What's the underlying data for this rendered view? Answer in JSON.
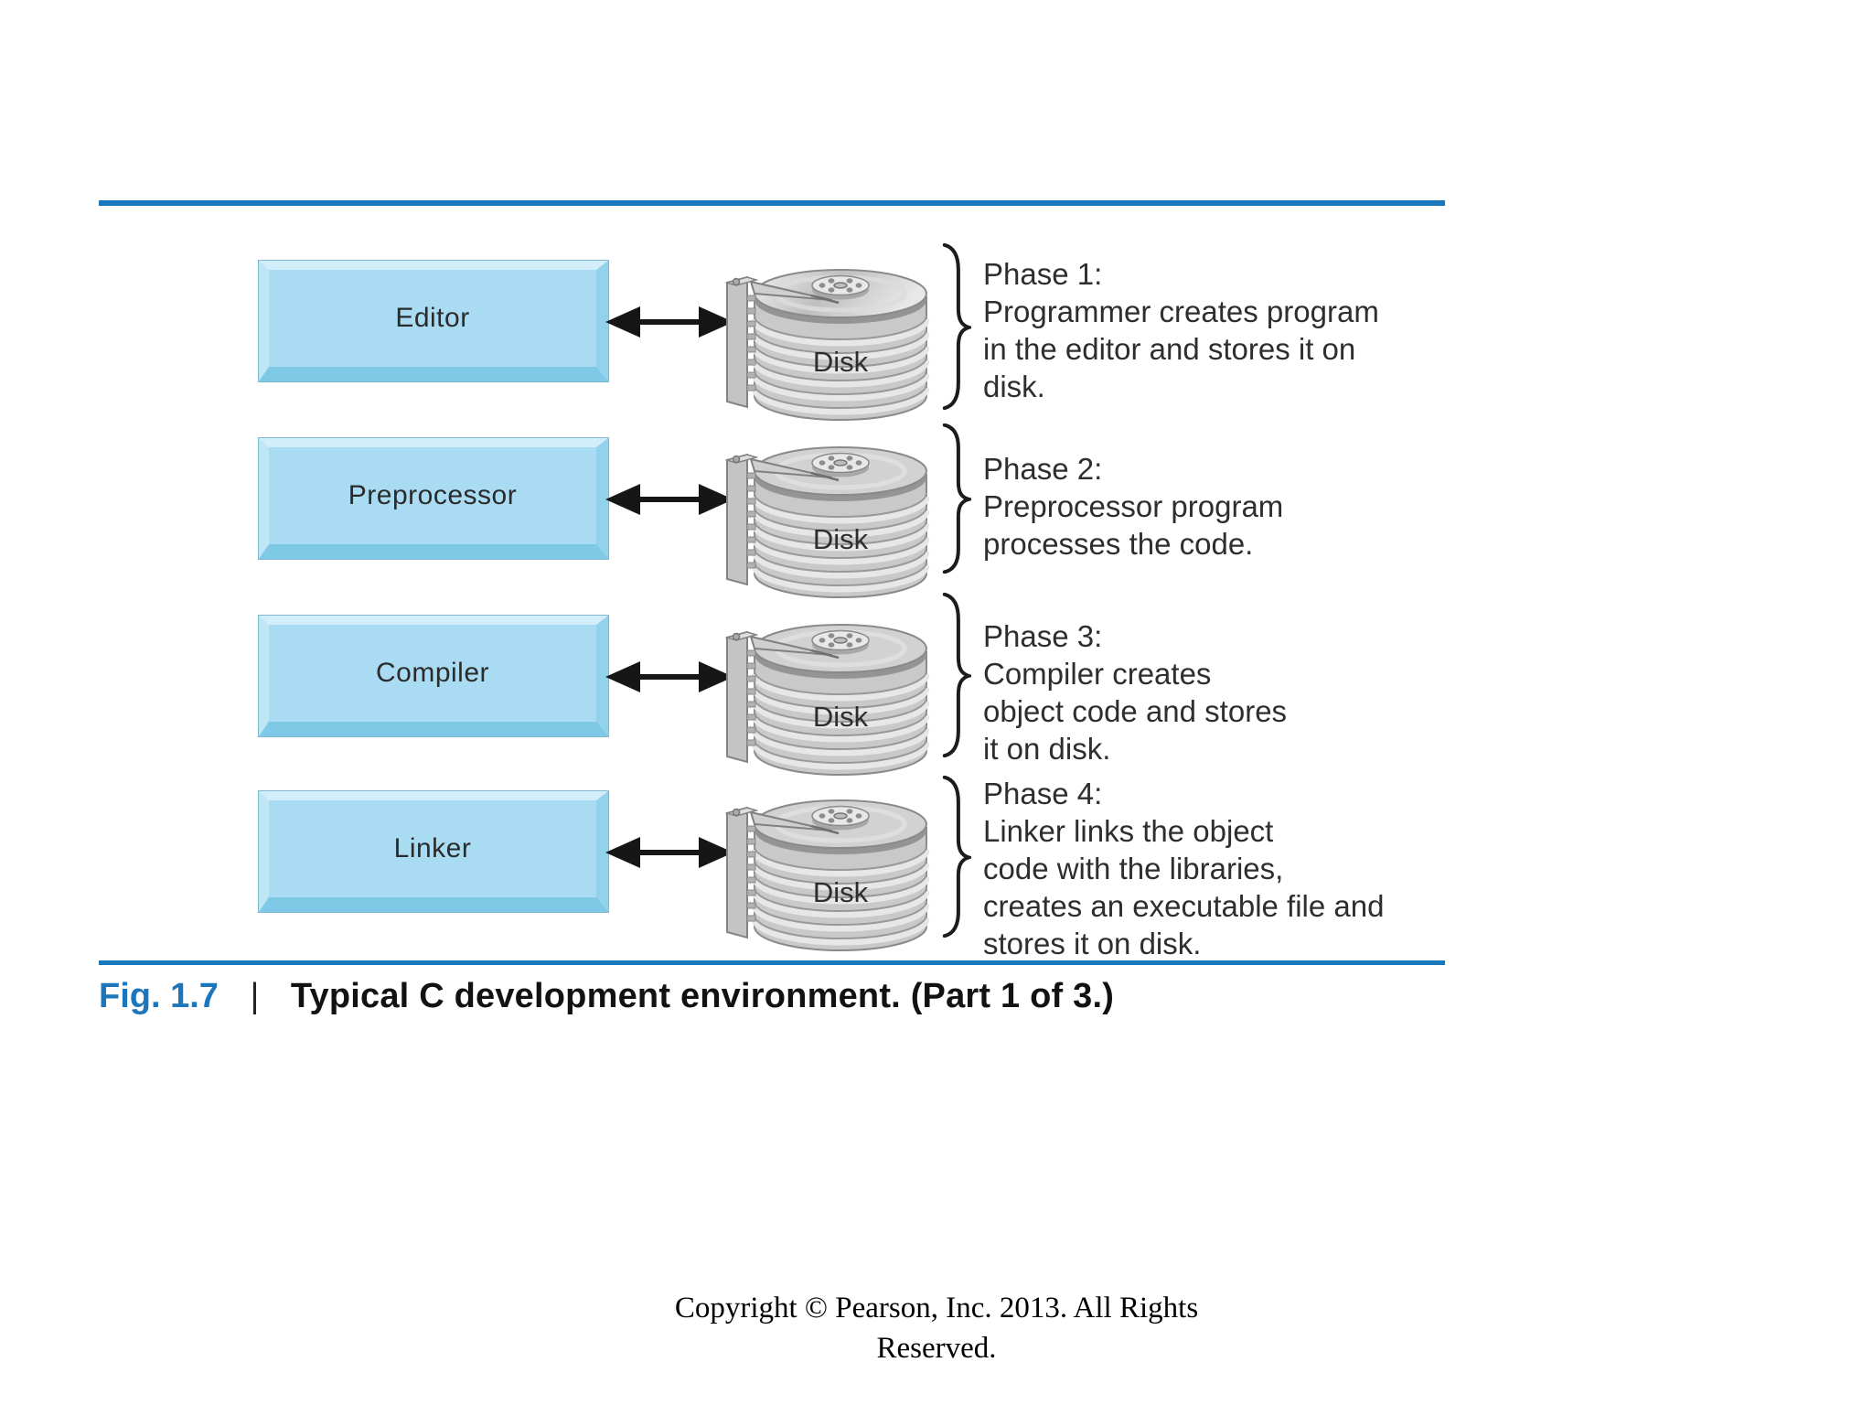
{
  "figure": {
    "caption_label": "Fig. 1.7",
    "caption_separator": "|",
    "caption_text": "Typical C development environment. (Part 1 of 3.)"
  },
  "rows": [
    {
      "box_label": "Editor",
      "disk_label": "Disk",
      "phase_lines": [
        "Phase 1:",
        "Programmer creates program",
        "in the editor and stores it on",
        "disk."
      ]
    },
    {
      "box_label": "Preprocessor",
      "disk_label": "Disk",
      "phase_lines": [
        "Phase 2:",
        "Preprocessor program",
        "processes the code."
      ]
    },
    {
      "box_label": "Compiler",
      "disk_label": "Disk",
      "phase_lines": [
        "Phase 3:",
        "Compiler creates",
        "object code and stores",
        "it on disk."
      ]
    },
    {
      "box_label": "Linker",
      "disk_label": "Disk",
      "phase_lines": [
        "Phase 4:",
        "Linker links the object",
        "code with the libraries,",
        "creates an executable file and",
        "stores it on disk."
      ]
    }
  ],
  "footer": {
    "copyright_line1": "Copyright © Pearson, Inc. 2013. All Rights",
    "copyright_line2": "Reserved."
  },
  "colors": {
    "accent_blue": "#1778bd",
    "figure_label_blue": "#1b76bc",
    "box_fill": "#a9dcf2",
    "box_bevel_light": "#d3eefb",
    "box_bevel_dark": "#7ecae6",
    "disk_gray": "#c9c9c9",
    "arrow_black": "#161616"
  }
}
